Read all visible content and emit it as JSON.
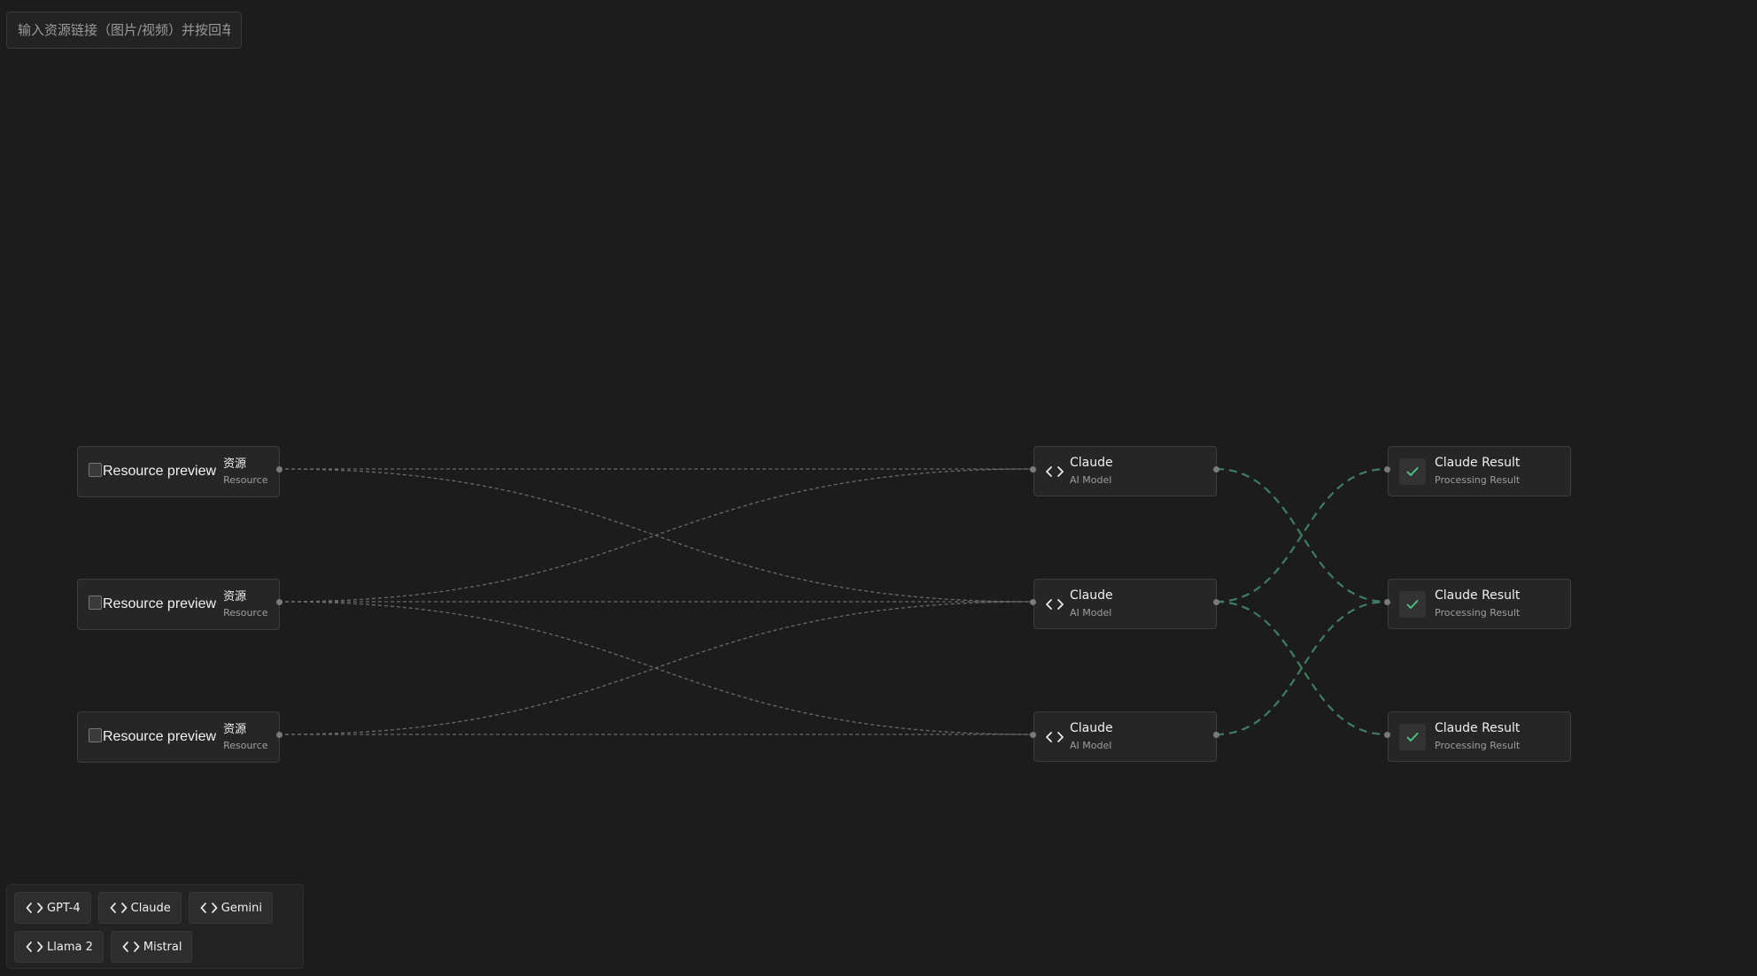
{
  "search": {
    "placeholder": "输入资源链接（图片/视频）并按回车"
  },
  "resources": [
    {
      "image_alt": "Resource preview",
      "title": "资源",
      "subtitle": "Resource"
    },
    {
      "image_alt": "Resource preview",
      "title": "资源",
      "subtitle": "Resource"
    },
    {
      "image_alt": "Resource preview",
      "title": "资源",
      "subtitle": "Resource"
    }
  ],
  "models": [
    {
      "icon": "code-icon",
      "title": "Claude",
      "subtitle": "AI Model"
    },
    {
      "icon": "code-icon",
      "title": "Claude",
      "subtitle": "AI Model"
    },
    {
      "icon": "code-icon",
      "title": "Claude",
      "subtitle": "AI Model"
    }
  ],
  "results": [
    {
      "icon": "check-icon",
      "title": "Claude Result",
      "subtitle": "Processing Result"
    },
    {
      "icon": "check-icon",
      "title": "Claude Result",
      "subtitle": "Processing Result"
    },
    {
      "icon": "check-icon",
      "title": "Claude Result",
      "subtitle": "Processing Result"
    }
  ],
  "palette": {
    "items": [
      {
        "icon": "code-icon",
        "label": "GPT-4"
      },
      {
        "icon": "code-icon",
        "label": "Claude"
      },
      {
        "icon": "code-icon",
        "label": "Gemini"
      },
      {
        "icon": "code-icon",
        "label": "Llama 2"
      },
      {
        "icon": "code-icon",
        "label": "Mistral"
      }
    ]
  },
  "colors": {
    "background": "#1c1c1c",
    "node_bg": "#262626",
    "resource_edge": "#6a6a6a",
    "result_edge": "#3f7d62",
    "check": "#4ec98a"
  }
}
